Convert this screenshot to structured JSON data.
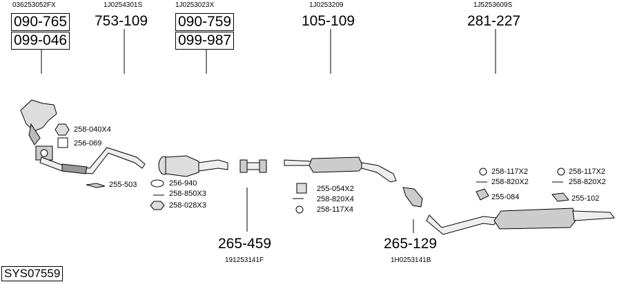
{
  "diagram_id": "SYS07559",
  "groups": {
    "g1": {
      "oem": "036253052FX",
      "codes": [
        "090-765",
        "099-046"
      ]
    },
    "g2": {
      "oem": "1J0254301S",
      "code": "753-109"
    },
    "g3": {
      "oem": "1J0253023X",
      "codes": [
        "090-759",
        "099-987"
      ]
    },
    "g4": {
      "oem": "1J0253209",
      "code": "105-109"
    },
    "g5": {
      "oem": "1J5253609S",
      "code": "281-227"
    },
    "g6": {
      "oem": "191253141F",
      "code": "265-459"
    },
    "g7": {
      "oem": "1H0253141B",
      "code": "265-129"
    }
  },
  "hardware": {
    "h1": "258-040X4",
    "h2": "256-069",
    "h3": "255-503",
    "h4": "256-940",
    "h5": "258-850X3",
    "h6": "258-028X3",
    "h7": "255-054X2",
    "h8": "258-820X4",
    "h9": "258-117X4",
    "h10": "258-117X2",
    "h11": "258-820X2",
    "h12": "255-084",
    "h13": "258-117X2",
    "h14": "258-820X2",
    "h15": "255-102"
  }
}
